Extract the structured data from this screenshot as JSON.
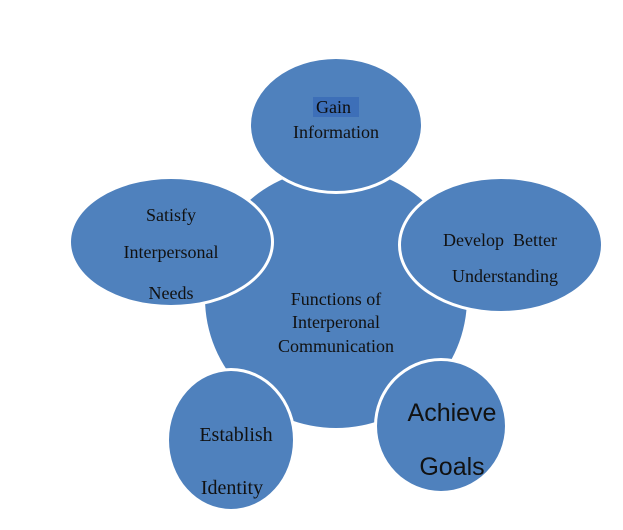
{
  "diagram": {
    "center": {
      "lines": [
        "Functions of",
        "Interperonal",
        "Communication"
      ]
    },
    "gain": {
      "line1": "Gain",
      "line2": "Information"
    },
    "develop": {
      "line1": "Develop  Better",
      "line2": "Understanding"
    },
    "achieve": {
      "line1": "Achieve",
      "line2": "Goals"
    },
    "establish": {
      "line1": "Establish",
      "line2": "Identity"
    },
    "satisfy": {
      "line1": "Satisfy",
      "line2": "Interpersonal",
      "line3": "Needs"
    }
  },
  "colors": {
    "node_fill": "#4f81bd",
    "node_border": "#ffffff",
    "text": "#111111",
    "highlight": "#3d6fb8"
  }
}
